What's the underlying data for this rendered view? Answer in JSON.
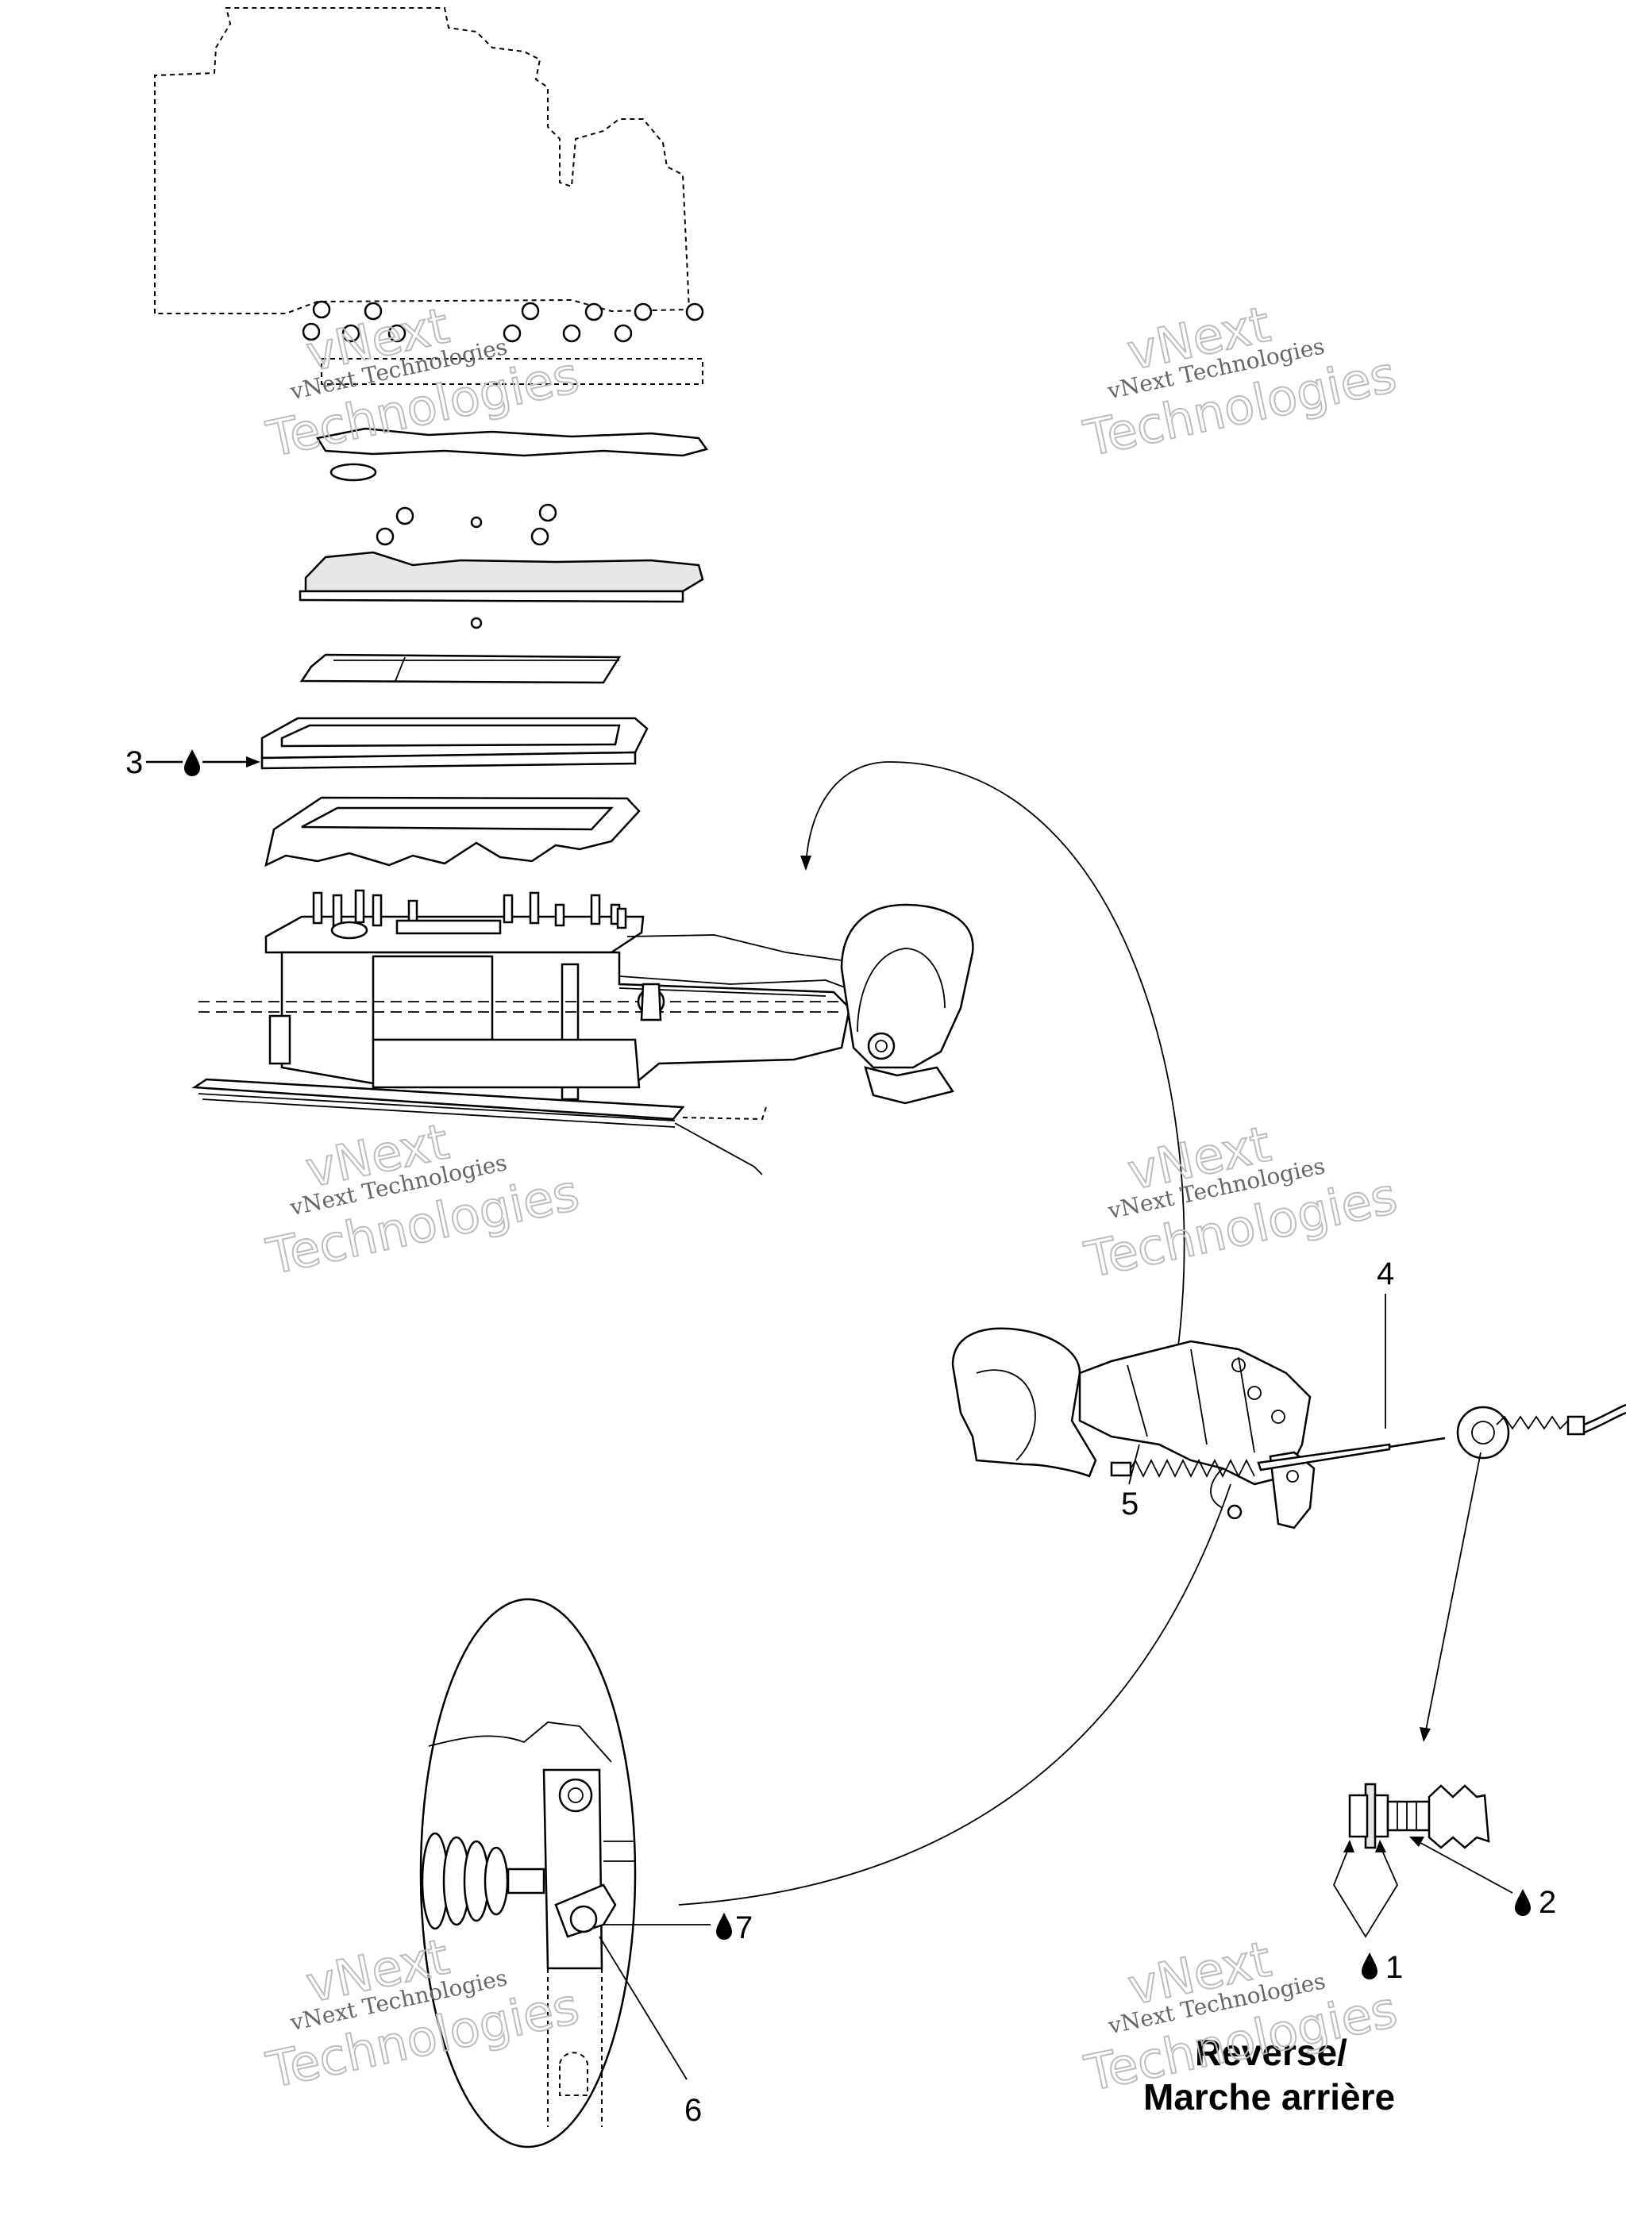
{
  "title": {
    "line1": "Reverse/",
    "line2": "Marche arrière"
  },
  "callouts": {
    "c1": "1",
    "c2": "2",
    "c3": "3",
    "c4": "4",
    "c5": "5",
    "c6": "6",
    "c7": "7"
  },
  "watermark": {
    "line1": "vNext Technologies",
    "line2": "vNext",
    "line3": "Technologies"
  },
  "icons": {
    "lubricant": "oil-drop-icon"
  }
}
